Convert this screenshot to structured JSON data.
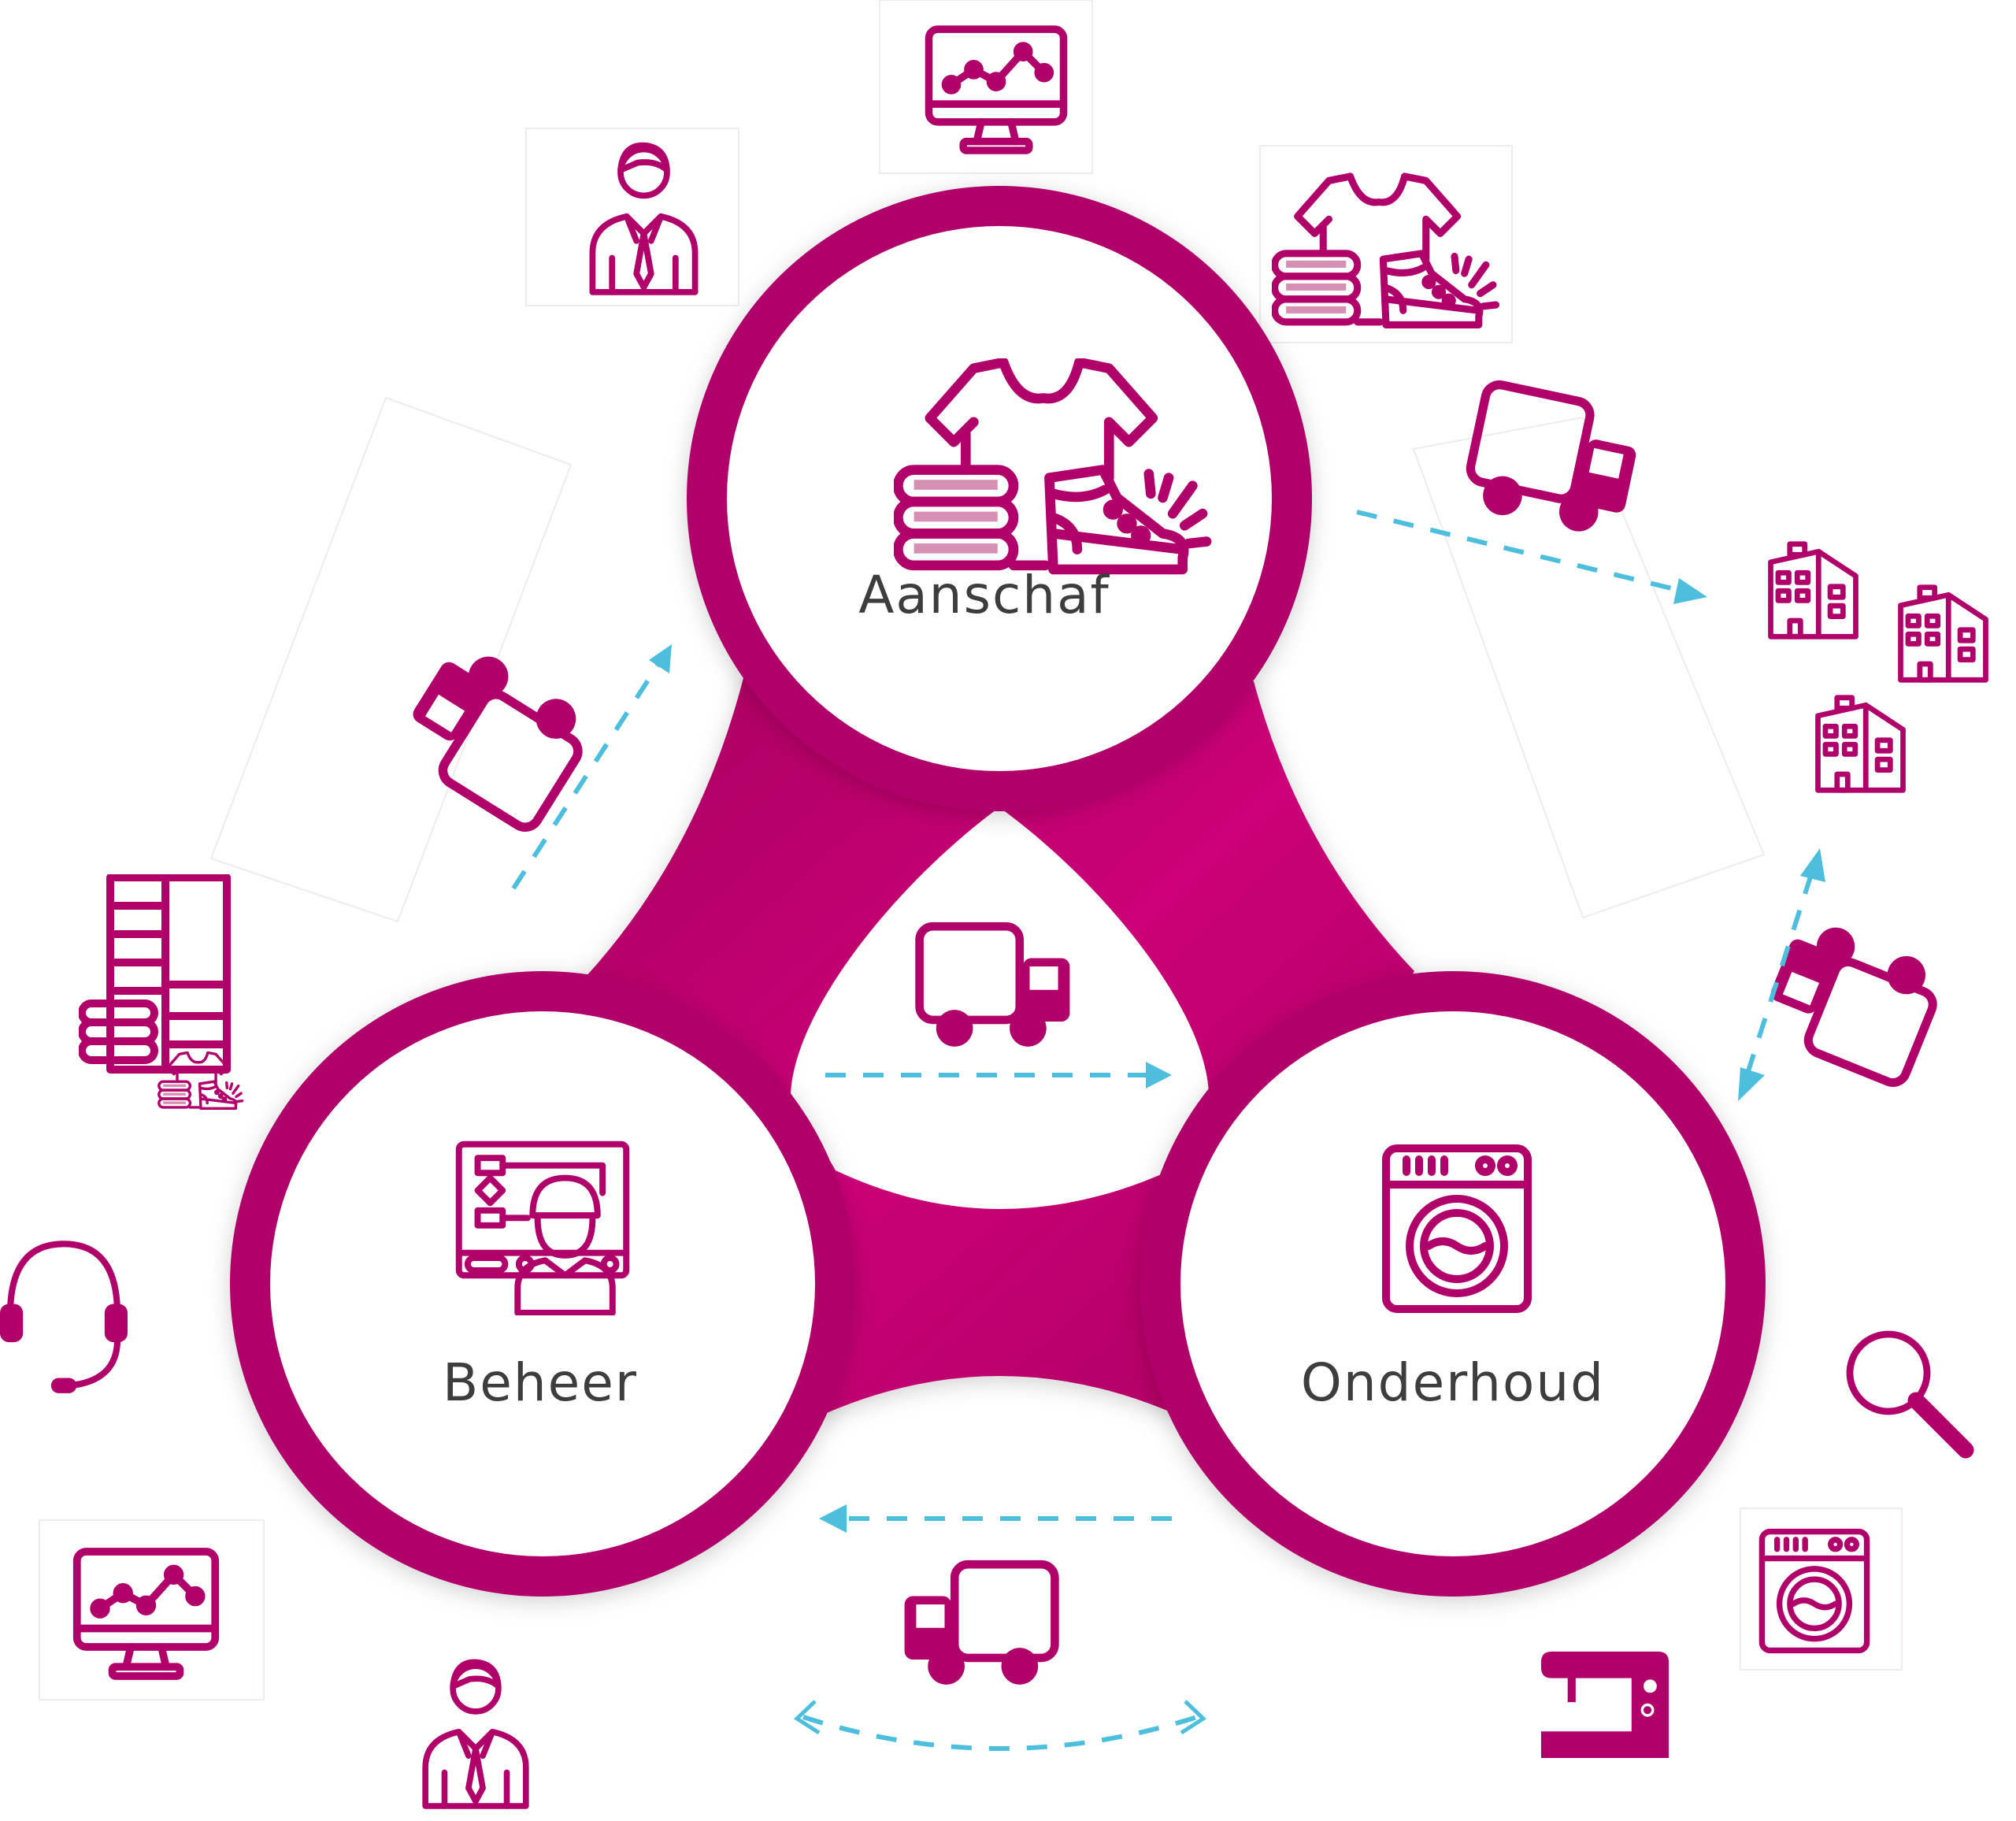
{
  "diagram": {
    "nodes": [
      {
        "id": "aanschaf",
        "label": "Aanschaf",
        "icon": "clothing-and-boot-icon"
      },
      {
        "id": "beheer",
        "label": "Beheer",
        "icon": "engineer-dashboard-icon"
      },
      {
        "id": "onderhoud",
        "label": "Onderhoud",
        "icon": "washing-machine-icon"
      }
    ],
    "colors": {
      "primary": "#b0006a",
      "primary_light": "#cc0078",
      "arrow": "#4dbfdc",
      "text": "#3d3d3d"
    },
    "outer_icons": [
      "monitor-chart-icon",
      "businessman-icon",
      "clothing-and-boot-icon",
      "delivery-truck-icon",
      "office-buildings-icon",
      "delivery-truck-icon",
      "delivery-truck-icon",
      "wardrobe-icon",
      "headset-icon",
      "monitor-chart-icon",
      "businessman-icon",
      "delivery-truck-icon",
      "sewing-machine-icon",
      "washing-machine-icon",
      "magnifier-icon"
    ]
  }
}
